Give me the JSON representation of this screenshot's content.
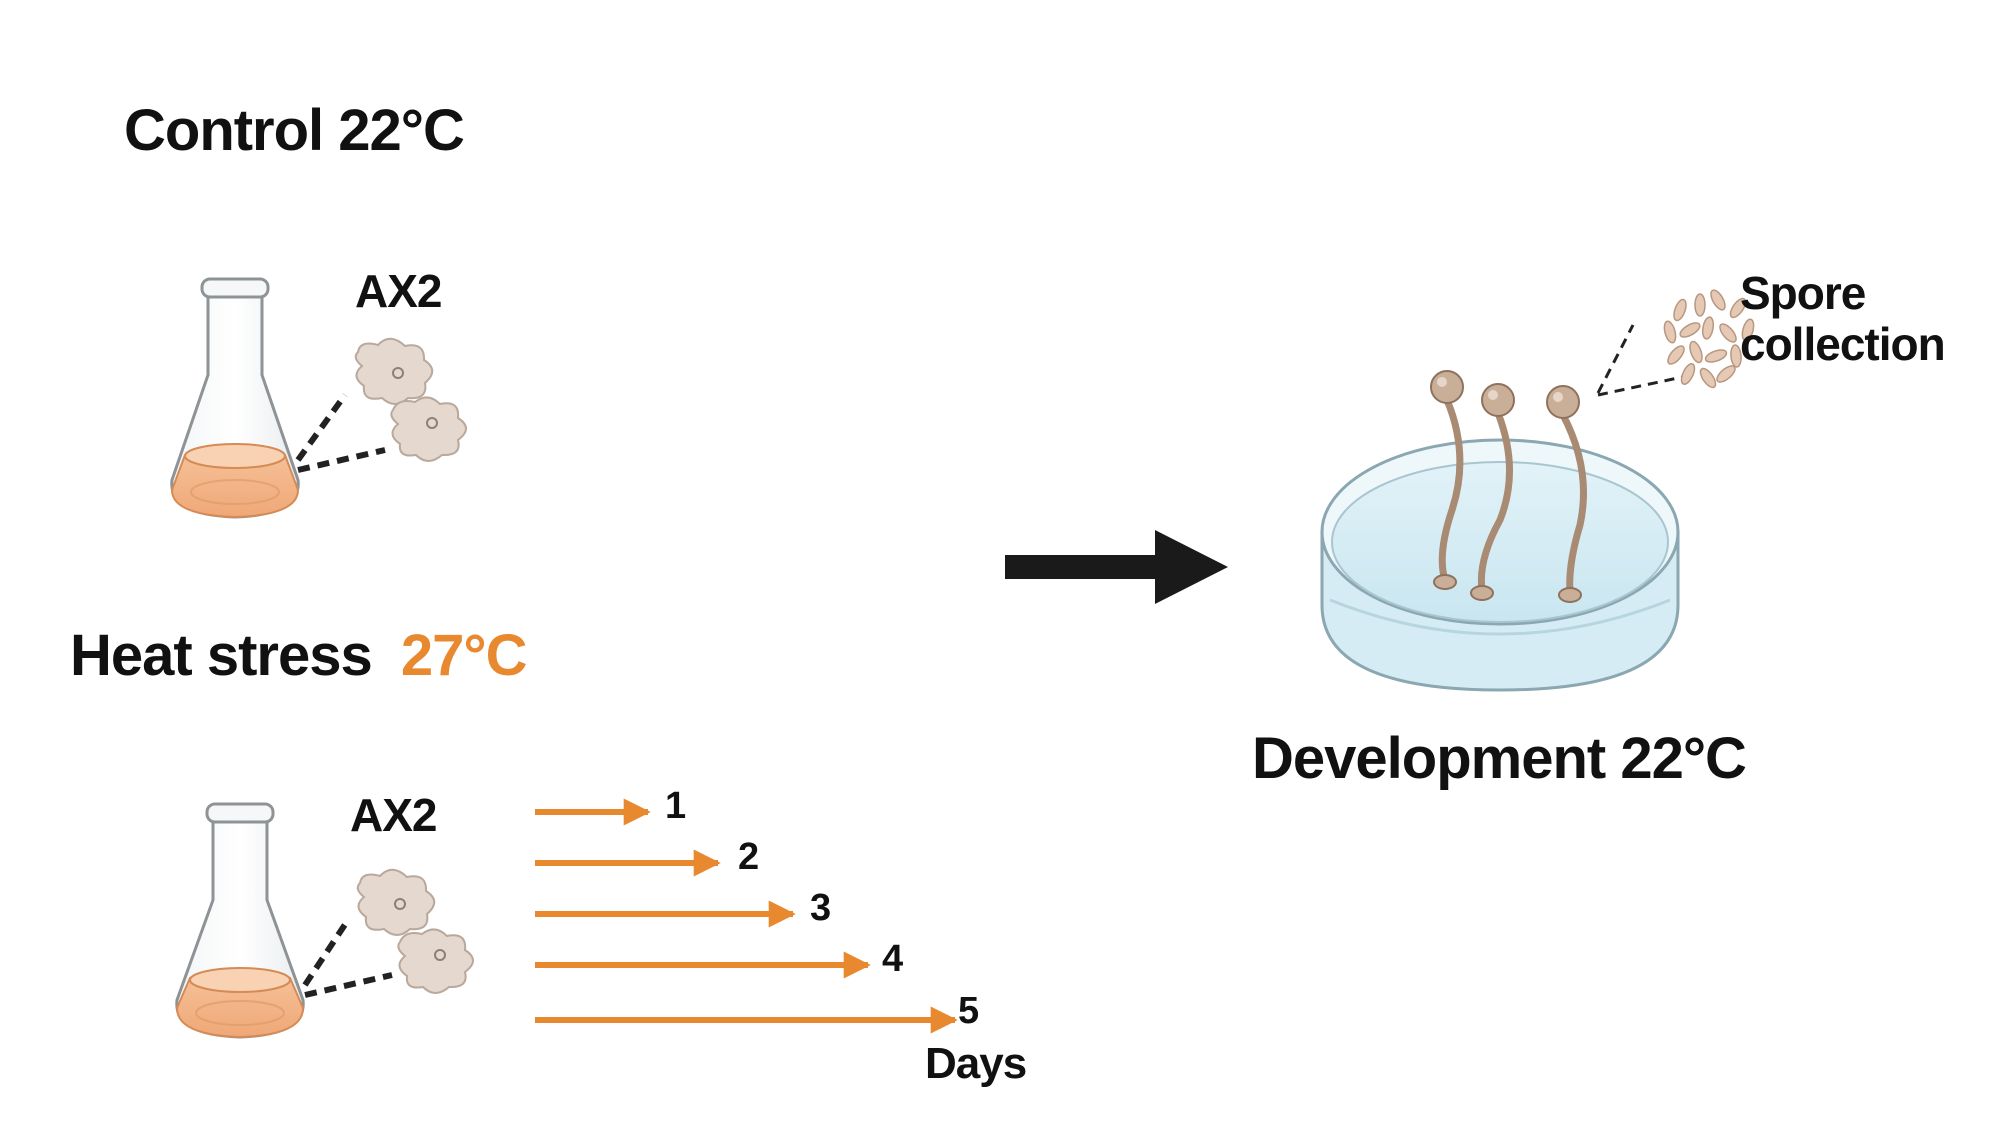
{
  "control": {
    "title": "Control 22°C",
    "strain": "AX2"
  },
  "heat": {
    "title_text": "Heat stress",
    "title_temp": "27°C",
    "strain": "AX2",
    "days": [
      "1",
      "2",
      "3",
      "4",
      "5"
    ],
    "days_label": "Days"
  },
  "development": {
    "title": "Development  22°C"
  },
  "spores": {
    "line1": "Spore",
    "line2": "collection"
  },
  "colors": {
    "accent": "#E8882F",
    "arrow": "#1a1a1a",
    "liquid": "#F2B183",
    "cell": "#E5D8CF",
    "spore": "#E6C9B4",
    "stalk": "#A98A73",
    "dish_agar": "#D9EEF5",
    "dish_rim": "#EEF7FA"
  },
  "icons": [
    "erlenmeyer-flask-icon",
    "amoeba-cell-icon",
    "petri-dish-icon",
    "fruiting-body-icon",
    "spore-icon",
    "process-arrow-icon"
  ]
}
